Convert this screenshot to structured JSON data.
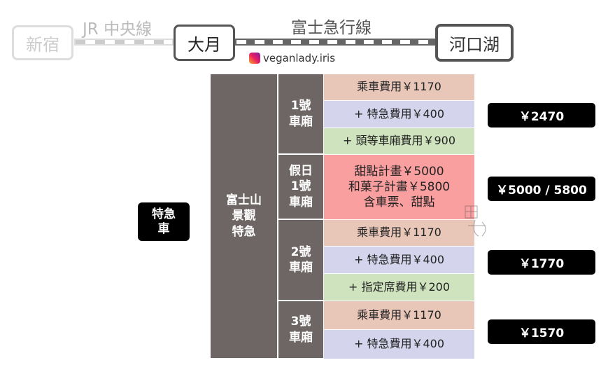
{
  "route": {
    "stations": [
      "新宿",
      "大月",
      "河口湖"
    ],
    "lines": [
      "JR 中央線",
      "富士急行線"
    ],
    "credit": "veganlady.iris"
  },
  "train_type": "特急車",
  "train_name": "富士山\n景觀\n特急",
  "cars": [
    {
      "label": "1號\n車廂",
      "fees": [
        "乘車費用￥1170",
        "+ 特急費用￥400",
        "+ 頭等車廂費用￥900"
      ],
      "total": "￥2470"
    },
    {
      "label": "假日\n1號\n車廂",
      "fees": [
        "甜點計畫￥5000\n和菓子計畫￥5800\n含車票、甜點"
      ],
      "total": "￥5000 / 5800"
    },
    {
      "label": "2號\n車廂",
      "fees": [
        "乘車費用￥1170",
        "+ 特急費用￥400",
        "+ 指定席費用￥200"
      ],
      "total": "￥1770"
    },
    {
      "label": "3號\n車廂",
      "fees": [
        "乘車費用￥1170",
        "+ 特急費用￥400"
      ],
      "total": "￥1570"
    }
  ],
  "colors": {
    "fare": "#e8c6b8",
    "express": "#d4d5ec",
    "extra": "#cfe4be",
    "holiday": "#fa9f9f",
    "dark": "#6e6665"
  }
}
